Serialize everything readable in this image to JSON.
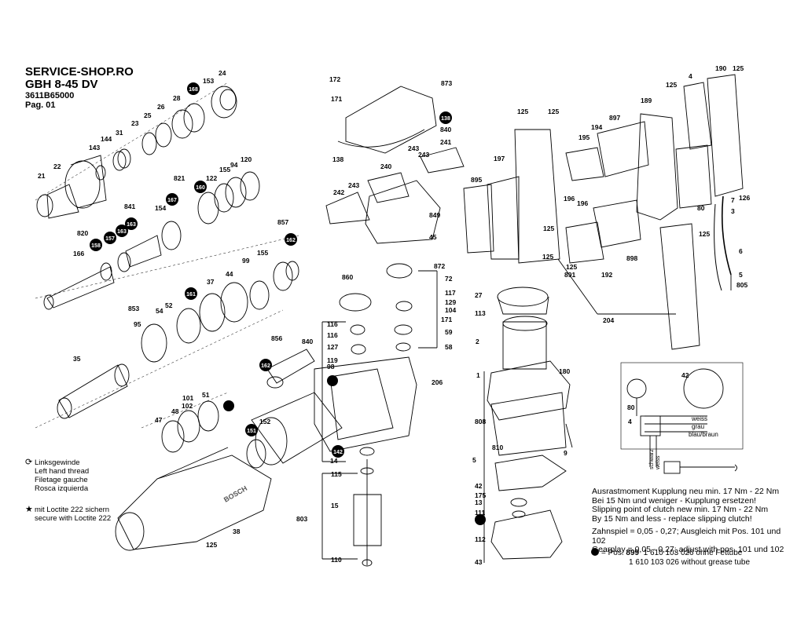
{
  "header": {
    "shop": "SERVICE-SHOP.RO",
    "model": "GBH 8-45 DV",
    "part_number": "3611B65000",
    "page": "Pag. 01"
  },
  "legend": {
    "left_hand_thread": [
      "Linksgewinde",
      "Left hand thread",
      "Filetage gauche",
      "Rosca izquierda"
    ],
    "loctite": [
      "mit Loctite 222 sichern",
      "secure with Loctite 222"
    ]
  },
  "clutch_note": [
    "Ausrastmoment Kupplung neu min. 17 Nm - 22 Nm",
    "Bei 15 Nm und weniger - Kupplung ersetzen!",
    "Slipping point of clutch new min. 17 Nm - 22 Nm",
    "By 15 Nm and less - replace slipping clutch!"
  ],
  "gearplay_note": [
    "Zahnspiel = 0,05 - 0,27;  Ausgleich mit Pos. 101 und 102",
    "Gearplay  = 0,05 - 0,27;  adjust with pos. 101 und 102"
  ],
  "grease_note": {
    "prefix": "= Pos.",
    "pos": "899",
    "line1": "1 610 103 026 ohne Fettube",
    "line2": "1 610 103 026 without grease tube"
  },
  "wiring": {
    "wires": [
      "weiss",
      "grau",
      "blau/braun"
    ],
    "vertical_wires": [
      "schwarz",
      "weiss"
    ]
  },
  "brand_text": "BOSCH",
  "parts_plain": [
    {
      "label": "24"
    },
    {
      "label": "153"
    },
    {
      "label": "28"
    },
    {
      "label": "26"
    },
    {
      "label": "25"
    },
    {
      "label": "23"
    },
    {
      "label": "31"
    },
    {
      "label": "144"
    },
    {
      "label": "143"
    },
    {
      "label": "22"
    },
    {
      "label": "21"
    },
    {
      "label": "821"
    },
    {
      "label": "122"
    },
    {
      "label": "155"
    },
    {
      "label": "94"
    },
    {
      "label": "120"
    },
    {
      "label": "154"
    },
    {
      "label": "841"
    },
    {
      "label": "820"
    },
    {
      "label": "166"
    },
    {
      "label": "857"
    },
    {
      "label": "99"
    },
    {
      "label": "155"
    },
    {
      "label": "37"
    },
    {
      "label": "44"
    },
    {
      "label": "853"
    },
    {
      "label": "54"
    },
    {
      "label": "52"
    },
    {
      "label": "95"
    },
    {
      "label": "35"
    },
    {
      "label": "101"
    },
    {
      "label": "102"
    },
    {
      "label": "51"
    },
    {
      "label": "48"
    },
    {
      "label": "47"
    },
    {
      "label": "38"
    },
    {
      "label": "125"
    },
    {
      "label": "172"
    },
    {
      "label": "873"
    },
    {
      "label": "171"
    },
    {
      "label": "840"
    },
    {
      "label": "138"
    },
    {
      "label": "243"
    },
    {
      "label": "241"
    },
    {
      "label": "240"
    },
    {
      "label": "243"
    },
    {
      "label": "243"
    },
    {
      "label": "242"
    },
    {
      "label": "849"
    },
    {
      "label": "45"
    },
    {
      "label": "872"
    },
    {
      "label": "860"
    },
    {
      "label": "72"
    },
    {
      "label": "117"
    },
    {
      "label": "129"
    },
    {
      "label": "104"
    },
    {
      "label": "171"
    },
    {
      "label": "59"
    },
    {
      "label": "58"
    },
    {
      "label": "116"
    },
    {
      "label": "116"
    },
    {
      "label": "840"
    },
    {
      "label": "127"
    },
    {
      "label": "119"
    },
    {
      "label": "98"
    },
    {
      "label": "856"
    },
    {
      "label": "206"
    },
    {
      "label": "152"
    },
    {
      "label": "14"
    },
    {
      "label": "115"
    },
    {
      "label": "15"
    },
    {
      "label": "803"
    },
    {
      "label": "110"
    },
    {
      "label": "27"
    },
    {
      "label": "113"
    },
    {
      "label": "2"
    },
    {
      "label": "1"
    },
    {
      "label": "180"
    },
    {
      "label": "808"
    },
    {
      "label": "9"
    },
    {
      "label": "810"
    },
    {
      "label": "5"
    },
    {
      "label": "42"
    },
    {
      "label": "175"
    },
    {
      "label": "13"
    },
    {
      "label": "111"
    },
    {
      "label": "112"
    },
    {
      "label": "43"
    },
    {
      "label": "125"
    },
    {
      "label": "125"
    },
    {
      "label": "125"
    },
    {
      "label": "897"
    },
    {
      "label": "189"
    },
    {
      "label": "125"
    },
    {
      "label": "4"
    },
    {
      "label": "190"
    },
    {
      "label": "125"
    },
    {
      "label": "194"
    },
    {
      "label": "195"
    },
    {
      "label": "197"
    },
    {
      "label": "895"
    },
    {
      "label": "196"
    },
    {
      "label": "196"
    },
    {
      "label": "80"
    },
    {
      "label": "7"
    },
    {
      "label": "126"
    },
    {
      "label": "3"
    },
    {
      "label": "125"
    },
    {
      "label": "125"
    },
    {
      "label": "891"
    },
    {
      "label": "192"
    },
    {
      "label": "898"
    },
    {
      "label": "6"
    },
    {
      "label": "5"
    },
    {
      "label": "805"
    },
    {
      "label": "204"
    },
    {
      "label": "125"
    },
    {
      "label": "42"
    },
    {
      "label": "80"
    },
    {
      "label": "4"
    }
  ],
  "parts_circled": [
    {
      "label": "168"
    },
    {
      "label": "167"
    },
    {
      "label": "160"
    },
    {
      "label": "163"
    },
    {
      "label": "157"
    },
    {
      "label": "158"
    },
    {
      "label": "163"
    },
    {
      "label": "162"
    },
    {
      "label": "161"
    },
    {
      "label": "138"
    },
    {
      "label": "162"
    },
    {
      "label": "151"
    },
    {
      "label": "142"
    }
  ]
}
